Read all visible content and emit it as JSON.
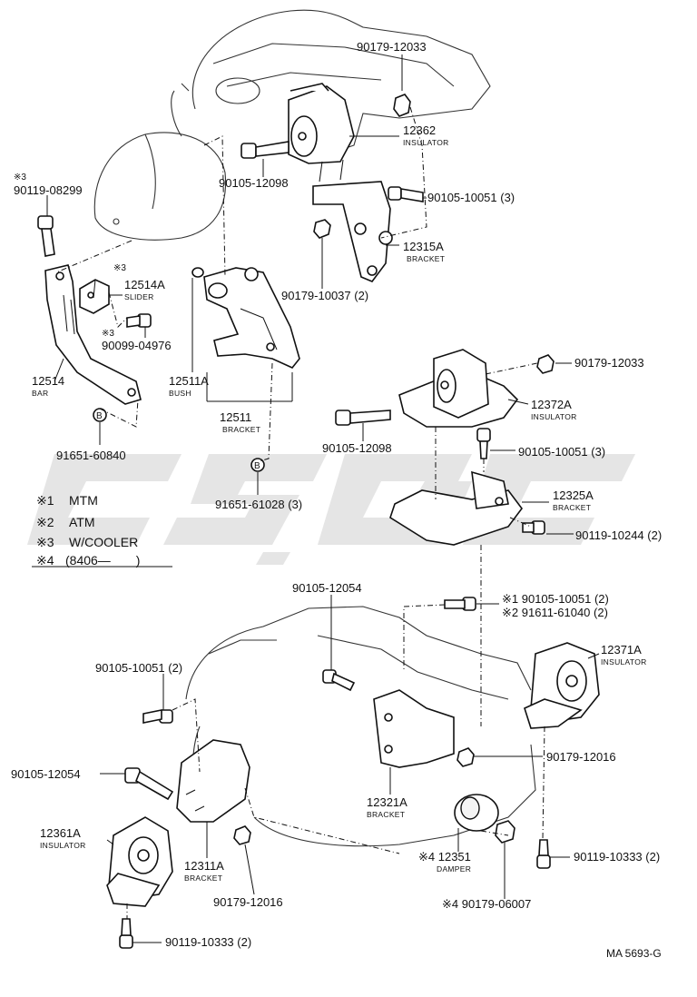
{
  "diagram_code": "MA 5693-G",
  "legend": [
    {
      "mark": "※1",
      "text": "MTM"
    },
    {
      "mark": "※2",
      "text": "ATM"
    },
    {
      "mark": "※3",
      "text": "W/COOLER"
    },
    {
      "mark": "※4",
      "text": "(8406—　　)"
    }
  ],
  "labels": {
    "p_90179_12033_top": "90179-12033",
    "p_12362": "12362",
    "p_12362_name": "INSULATOR",
    "p_90105_12098_top": "90105-12098",
    "p_90105_10051_3a": "90105-10051 (3)",
    "p_12315A": "12315A",
    "p_12315A_name": "BRACKET",
    "p_90179_10037": "90179-10037 (2)",
    "p_mark3_a": "※3",
    "p_90119_08299": "90119-08299",
    "p_mark3_b": "※3",
    "p_12514A": "12514A",
    "p_12514A_name": "SLIDER",
    "p_mark3_c": "※3",
    "p_90099_04976": "90099-04976",
    "p_12514": "12514",
    "p_12514_name": "BAR",
    "p_12511A": "12511A",
    "p_12511A_name": "BUSH",
    "p_12511": "12511",
    "p_12511_name": "BRACKET",
    "p_91651_60840": "91651-60840",
    "p_91651_61028": "91651-61028 (3)",
    "p_90179_12033_mid": "90179-12033",
    "p_12372A": "12372A",
    "p_12372A_name": "INSULATOR",
    "p_90105_12098_mid": "90105-12098",
    "p_90105_10051_3b": "90105-10051 (3)",
    "p_12325A": "12325A",
    "p_12325A_name": "BRACKET",
    "p_90119_10244": "90119-10244 (2)",
    "p_90105_12054_top": "90105-12054",
    "p_m1_90105_10051": "※1 90105-10051 (2)",
    "p_m2_91611_61040": "※2 91611-61040 (2)",
    "p_90105_10051_2": "90105-10051 (2)",
    "p_12371A": "12371A",
    "p_12371A_name": "INSULATOR",
    "p_90179_12016_r": "90179-12016",
    "p_90105_12054_l": "90105-12054",
    "p_12321A": "12321A",
    "p_12321A_name": "BRACKET",
    "p_12361A": "12361A",
    "p_12361A_name": "INSULATOR",
    "p_12311A": "12311A",
    "p_12311A_name": "BRACKET",
    "p_12351": "※4 12351",
    "p_12351_name": "DAMPER",
    "p_90119_10333_r": "90119-10333 (2)",
    "p_90179_12016_b": "90179-12016",
    "p_90179_06007": "※4 90179-06007",
    "p_90119_10333_b": "90119-10333 (2)",
    "bolt_mark": "B"
  }
}
